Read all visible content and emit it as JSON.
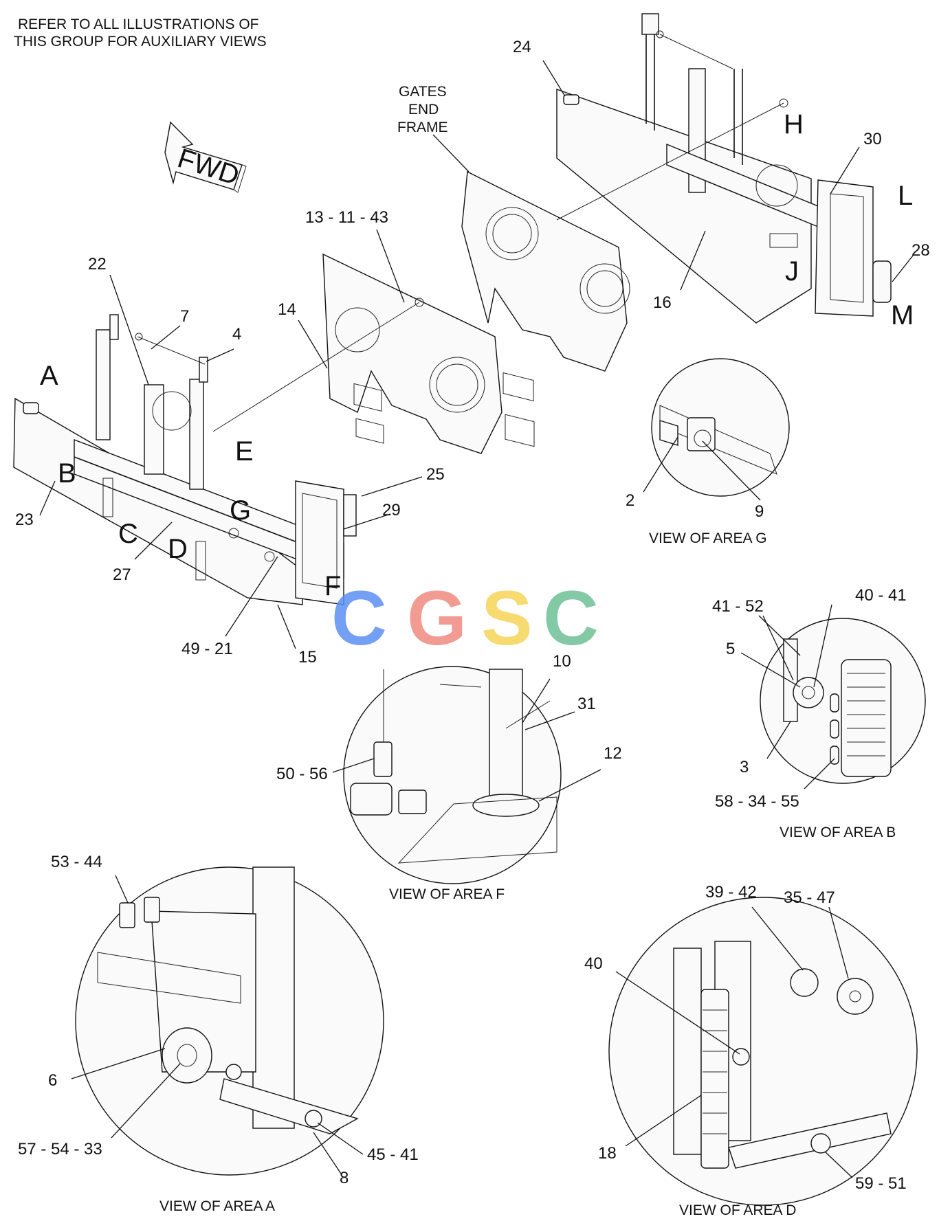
{
  "note": {
    "line1": "REFER TO ALL ILLUSTRATIONS OF",
    "line2": "THIS GROUP FOR AUXILIARY VIEWS"
  },
  "fwd_arrow": {
    "label": "FWD"
  },
  "gates_end_frame": {
    "line1": "GATES",
    "line2": "END",
    "line3": "FRAME"
  },
  "main_callouts": {
    "c22": "22",
    "c7": "7",
    "c4": "4",
    "c14": "14",
    "c13_11_43": "13 - 11 - 43",
    "c24": "24",
    "c30": "30",
    "c28": "28",
    "c16": "16",
    "c25": "25",
    "c29": "29",
    "c23": "23",
    "c27": "27",
    "c49_21": "49 - 21",
    "c15": "15"
  },
  "area_letters": {
    "A": "A",
    "B": "B",
    "C": "C",
    "D": "D",
    "E": "E",
    "F": "F",
    "G": "G",
    "H": "H",
    "J": "J",
    "L": "L",
    "M": "M"
  },
  "view_g": {
    "caption": "VIEW OF AREA  G",
    "c2": "2",
    "c9": "9"
  },
  "view_b": {
    "caption": "VIEW OF AREA  B",
    "c41_52": "41 - 52",
    "c40_41": "40 - 41",
    "c5": "5",
    "c3": "3",
    "c58_34_55": "58 - 34 - 55"
  },
  "view_f": {
    "caption": "VIEW OF AREA  F",
    "c10": "10",
    "c31": "31",
    "c12": "12",
    "c50_56": "50 - 56"
  },
  "view_a": {
    "caption": "VIEW OF AREA  A",
    "c53_44": "53 - 44",
    "c6": "6",
    "c57_54_33": "57 - 54 - 33",
    "c45_41": "45 - 41",
    "c8": "8"
  },
  "view_d": {
    "caption": "VIEW OF AREA  D",
    "c39_42": "39 - 42",
    "c35_47": "35 - 47",
    "c40": "40",
    "c18": "18",
    "c59_51": "59 - 51"
  },
  "watermark": {
    "letters": [
      "C",
      "G",
      "S",
      "C"
    ],
    "colors": [
      "#5b8ff2",
      "#f08a80",
      "#f6d357",
      "#6dbf95"
    ]
  }
}
